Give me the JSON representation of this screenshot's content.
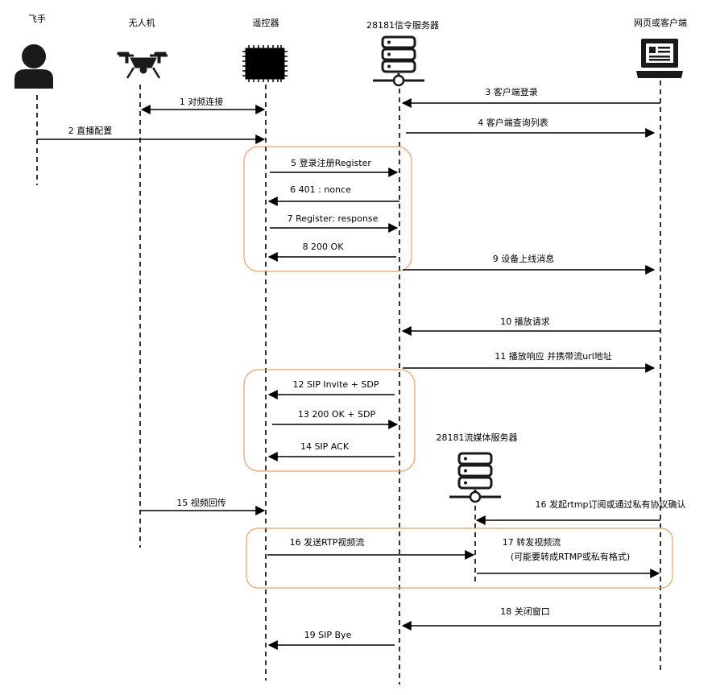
{
  "actors": [
    {
      "id": "pilot",
      "label": "飞手",
      "icon": "person-icon"
    },
    {
      "id": "drone",
      "label": "无人机",
      "icon": "drone-icon"
    },
    {
      "id": "remote",
      "label": "遥控器",
      "icon": "chip-icon"
    },
    {
      "id": "sip",
      "label": "28181信令服务器",
      "icon": "server-icon"
    },
    {
      "id": "media",
      "label": "28181流媒体服务器",
      "icon": "server-icon"
    },
    {
      "id": "client",
      "label": "网页或客户端",
      "icon": "computer-icon"
    }
  ],
  "messages": [
    {
      "from": "drone",
      "to": "remote",
      "bidir": true,
      "label": "1 对频连接"
    },
    {
      "from": "pilot",
      "to": "remote",
      "label": "2 直播配置"
    },
    {
      "from": "client",
      "to": "sip",
      "label": "3 客户端登录"
    },
    {
      "from": "sip",
      "to": "client",
      "label": "4 客户端查询列表"
    },
    {
      "from": "remote",
      "to": "sip",
      "label": "5 登录注册Register"
    },
    {
      "from": "sip",
      "to": "remote",
      "label": "6 401 : nonce"
    },
    {
      "from": "remote",
      "to": "sip",
      "label": "7 Register: response"
    },
    {
      "from": "sip",
      "to": "remote",
      "label": "8 200 OK"
    },
    {
      "from": "sip",
      "to": "client",
      "label": "9 设备上线消息"
    },
    {
      "from": "client",
      "to": "sip",
      "label": "10 播放请求"
    },
    {
      "from": "sip",
      "to": "client",
      "label": "11 播放响应 并携带流url地址"
    },
    {
      "from": "sip",
      "to": "remote",
      "label": "12 SIP Invite + SDP"
    },
    {
      "from": "remote",
      "to": "sip",
      "label": "13 200 OK + SDP"
    },
    {
      "from": "sip",
      "to": "remote",
      "label": "14 SIP ACK"
    },
    {
      "from": "drone",
      "to": "remote",
      "label": "15 视频回传"
    },
    {
      "from": "client",
      "to": "media",
      "label": "16 发起rtmp订阅或通过私有协议确认"
    },
    {
      "from": "remote",
      "to": "media",
      "label": "16 发送RTP视频流"
    },
    {
      "from": "media",
      "to": "client",
      "label": "17 转发视频流",
      "label2": "(可能要转成RTMP或私有格式)"
    },
    {
      "from": "client",
      "to": "sip",
      "label": "18 关闭窗口"
    },
    {
      "from": "sip",
      "to": "remote",
      "label": "19 SIP Bye"
    }
  ],
  "groups": [
    {
      "name": "register-group",
      "color": "#f0a060"
    },
    {
      "name": "invite-group",
      "color": "#f0a060"
    },
    {
      "name": "stream-group",
      "color": "#f0a060"
    }
  ]
}
